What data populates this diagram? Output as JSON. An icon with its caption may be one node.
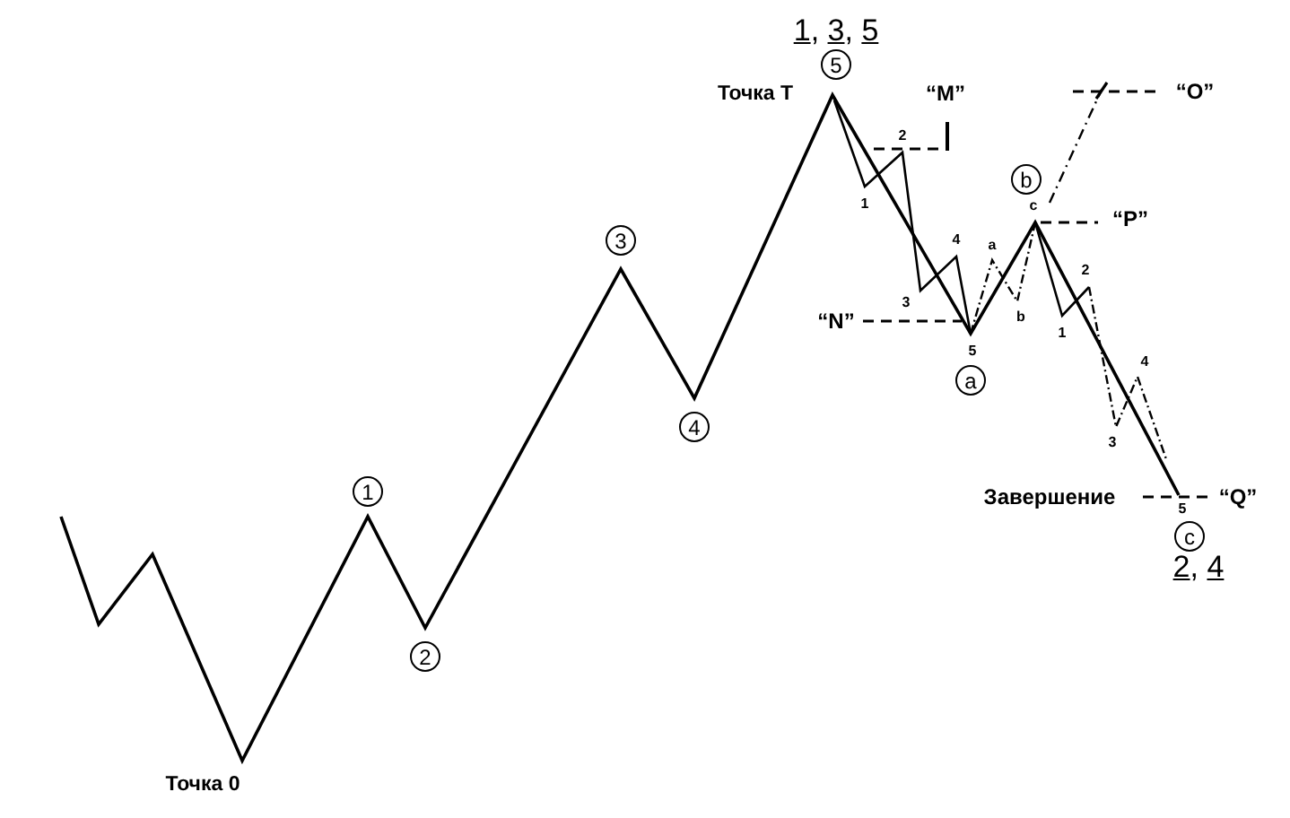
{
  "diagram": {
    "nodes": [
      {
        "text": [
          "5"
        ]
      },
      {
        "text": [
          "b"
        ]
      },
      {
        "text": [
          "3"
        ]
      },
      {
        "text": [
          "a"
        ]
      },
      {
        "text": [
          "4"
        ]
      },
      {
        "text": [
          "1"
        ]
      },
      {
        "text": [
          "c"
        ]
      },
      {
        "text": [
          "2"
        ]
      }
    ],
    "labels": [
      "1, 3, 5",
      "Точка Т",
      "“M”",
      "“O”",
      "2",
      "1",
      "c",
      "“P”",
      "4",
      "a",
      "2",
      "“N”",
      "3",
      "b",
      "1",
      "5",
      "4",
      "3",
      "Завершение",
      "“Q”",
      "5",
      "2, 4",
      "Точка 0"
    ]
  }
}
